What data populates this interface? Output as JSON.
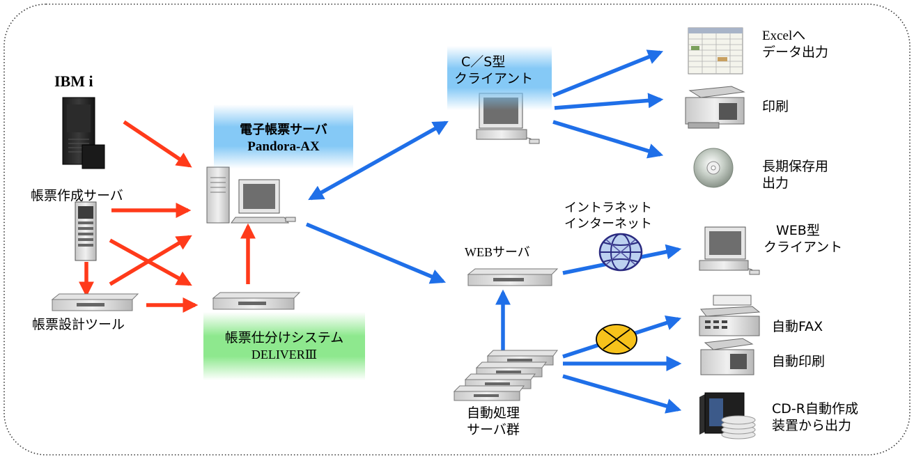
{
  "labels": {
    "ibm_i": "IBM i",
    "form_creation_server": "帳票作成サーバ",
    "form_design_tool": "帳票設計ツール",
    "eform_server_line1": "電子帳票サーバ",
    "eform_server_line2": "Pandora-AX",
    "sorting_line1": "帳票仕分けシステム",
    "sorting_line2": "DELIVERⅢ",
    "cs_client_line1": "C／S型",
    "cs_client_line2": "クライアント",
    "web_server": "WEBサーバ",
    "network_line1": "イントラネット",
    "network_line2": "インターネット",
    "auto_servers_line1": "自動処理",
    "auto_servers_line2": "サーバ群",
    "excel_line1": "Excelへ",
    "excel_line2": "データ出力",
    "print": "印刷",
    "archive_line1": "長期保存用",
    "archive_line2": "出力",
    "web_client_line1": "WEB型",
    "web_client_line2": "クライアント",
    "auto_fax": "自動FAX",
    "auto_print": "自動印刷",
    "cdr_line1": "CD-R自動作成",
    "cdr_line2": "装置から出力"
  },
  "colors": {
    "red_arrow": "#ff3a1a",
    "blue_arrow": "#1f6fe8",
    "border": "#333333",
    "highlight_blue": "#7cc4f4",
    "highlight_green": "#86e886",
    "fax_switch": "#f7c21b"
  }
}
